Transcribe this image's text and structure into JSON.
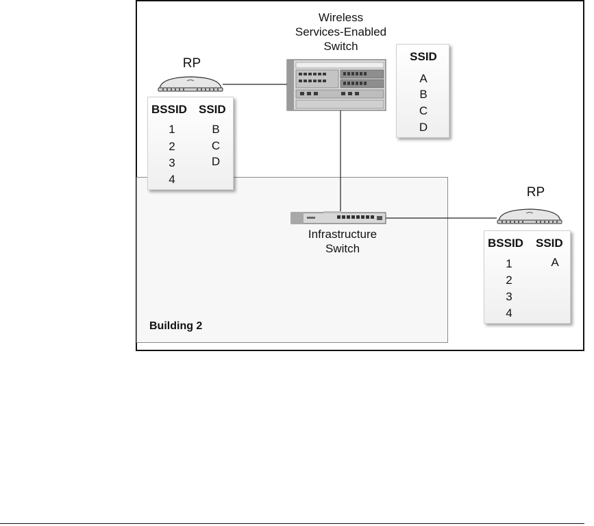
{
  "wireless_switch": {
    "title_lines": [
      "Wireless",
      "Services-Enabled",
      "Switch"
    ]
  },
  "rp_top": {
    "label": "RP"
  },
  "rp_bottom": {
    "label": "RP"
  },
  "ssid_panel": {
    "header": "SSID",
    "values": [
      "A",
      "B",
      "C",
      "D"
    ]
  },
  "rp_top_table": {
    "headers": [
      "BSSID",
      "SSID"
    ],
    "bssids": [
      "1",
      "2",
      "3",
      "4"
    ],
    "ssids": [
      "B",
      "C",
      "D",
      ""
    ]
  },
  "infra_switch": {
    "title_lines": [
      "Infrastructure",
      "Switch"
    ]
  },
  "rp_bottom_table": {
    "headers": [
      "BSSID",
      "SSID"
    ],
    "bssids": [
      "1",
      "2",
      "3",
      "4"
    ],
    "ssids": [
      "A",
      "",
      "",
      ""
    ]
  },
  "building": {
    "title": "Building 2"
  }
}
